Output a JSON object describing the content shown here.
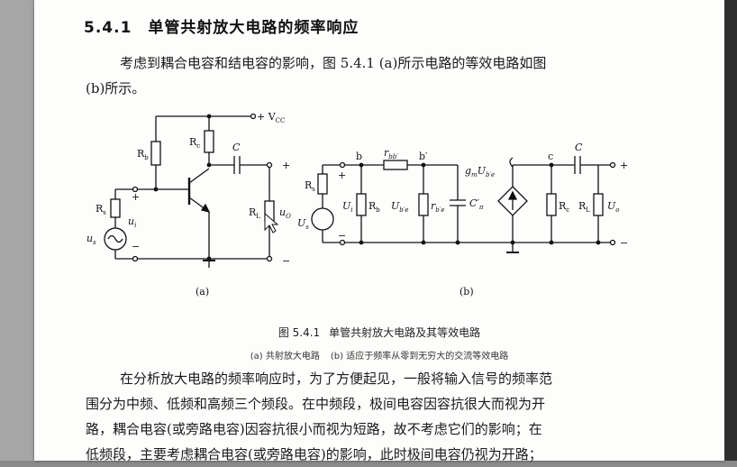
{
  "section": {
    "number": "5.4.1",
    "title": "单管共射放大电路的频率响应"
  },
  "intro": {
    "line1": "考虑到耦合电容和结电容的影响，图 5.4.1 (a)所示电路的等效电路如图",
    "line2": "(b)所示。"
  },
  "figure": {
    "caption_label": "图 5.4.1",
    "caption_text": "单管共射放大电路及其等效电路",
    "sub_a": "(a) 共射放大电路",
    "sub_b": "(b) 适应于频率从零到无穷大的交流等效电路",
    "panel_a": "(a)",
    "panel_b": "(b)",
    "labels_a": {
      "vcc": "+ V",
      "vcc_sub": "CC",
      "rb": "R",
      "rb_sub": "b",
      "rc": "R",
      "rc_sub": "c",
      "c": "C",
      "rs": "R",
      "rs_sub": "s",
      "ui": "u",
      "ui_sub": "i",
      "us": "u",
      "us_sub": "s",
      "rl": "R",
      "rl_sub": "L",
      "uo": "u",
      "uo_sub": "O",
      "plus": "+",
      "minus": "−"
    },
    "labels_b": {
      "b": "b",
      "bp": "b′",
      "c_node": "c",
      "rbb": "r",
      "rbb_sub": "bb′",
      "gm": "g",
      "gm_sub": "m",
      "ube_dot": "U",
      "ube_sub": "b′e",
      "cap_c": "C",
      "rs": "R",
      "rs_sub": "s",
      "us": "U",
      "us_sub": "s",
      "ui": "U",
      "ui_sub": "i",
      "rb": "R",
      "rb_sub": "b",
      "ub_e": "U",
      "ub_e_sub": "b′e",
      "rbe": "r",
      "rbe_sub": "b′e",
      "cpi": "C′",
      "cpi_sub": "π",
      "rc": "R",
      "rc_sub": "c",
      "rl": "R",
      "rl_sub": "L",
      "uo": "U",
      "uo_sub": "o",
      "plus": "+",
      "minus": "−"
    }
  },
  "body": {
    "line1": "在分析放大电路的频率响应时，为了方便起见，一般将输入信号的频率范",
    "line2": "围分为中频、低频和高频三个频段。在中频段，极间电容因容抗很大而视为开",
    "line3": "路，耦合电容(或旁路电容)因容抗很小而视为短路，故不考虑它们的影响；在",
    "line4": "低频段，主要考虑耦合电容(或旁路电容)的影响，此时极间电容仍视为开路；"
  }
}
